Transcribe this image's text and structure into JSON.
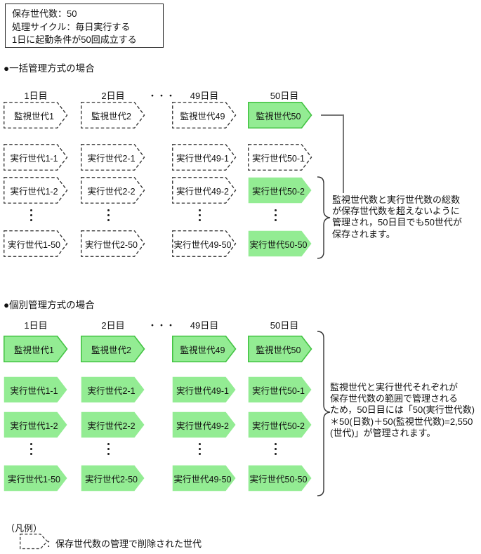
{
  "info_box": {
    "lines": [
      "保存世代数：50",
      "処理サイクル：毎日実行する",
      "1日に起動条件が50回成立する"
    ]
  },
  "sections": [
    {
      "heading": "●一括管理方式の場合",
      "day_headers": [
        "1日目",
        "2日目",
        "・・・",
        "49日目",
        "50日目"
      ],
      "rows": [
        {
          "cells": [
            {
              "label": "監視世代1",
              "style": "dashed"
            },
            {
              "label": "監視世代2",
              "style": "dashed"
            },
            {
              "label": "監視世代49",
              "style": "dashed"
            },
            {
              "label": "監視世代50",
              "style": "green-border"
            }
          ]
        },
        {
          "cells": [
            {
              "label": "実行世代1-1",
              "style": "dashed"
            },
            {
              "label": "実行世代2-1",
              "style": "dashed"
            },
            {
              "label": "実行世代49-1",
              "style": "dashed"
            },
            {
              "label": "実行世代50-1",
              "style": "dashed"
            }
          ]
        },
        {
          "cells": [
            {
              "label": "実行世代1-2",
              "style": "dashed"
            },
            {
              "label": "実行世代2-2",
              "style": "dashed"
            },
            {
              "label": "実行世代49-2",
              "style": "dashed"
            },
            {
              "label": "実行世代50-2",
              "style": "green"
            }
          ]
        },
        {
          "cells": [
            {
              "label": "実行世代1-50",
              "style": "dashed"
            },
            {
              "label": "実行世代2-50",
              "style": "dashed"
            },
            {
              "label": "実行世代49-50",
              "style": "dashed"
            },
            {
              "label": "実行世代50-50",
              "style": "green"
            }
          ]
        }
      ],
      "annotation": [
        "監視世代数と実行世代数の総数",
        "が保存世代数を超えないように",
        "管理され，50日目でも50世代が",
        "保存されます。"
      ]
    },
    {
      "heading": "●個別管理方式の場合",
      "day_headers": [
        "1日目",
        "2日目",
        "・・・",
        "49日目",
        "50日目"
      ],
      "rows": [
        {
          "cells": [
            {
              "label": "監視世代1",
              "style": "green-border"
            },
            {
              "label": "監視世代2",
              "style": "green-border"
            },
            {
              "label": "監視世代49",
              "style": "green-border"
            },
            {
              "label": "監視世代50",
              "style": "green-border"
            }
          ]
        },
        {
          "cells": [
            {
              "label": "実行世代1-1",
              "style": "green"
            },
            {
              "label": "実行世代2-1",
              "style": "green"
            },
            {
              "label": "実行世代49-1",
              "style": "green"
            },
            {
              "label": "実行世代50-1",
              "style": "green"
            }
          ]
        },
        {
          "cells": [
            {
              "label": "実行世代1-2",
              "style": "green"
            },
            {
              "label": "実行世代2-2",
              "style": "green"
            },
            {
              "label": "実行世代49-2",
              "style": "green"
            },
            {
              "label": "実行世代50-2",
              "style": "green"
            }
          ]
        },
        {
          "cells": [
            {
              "label": "実行世代1-50",
              "style": "green"
            },
            {
              "label": "実行世代2-50",
              "style": "green"
            },
            {
              "label": "実行世代49-50",
              "style": "green"
            },
            {
              "label": "実行世代50-50",
              "style": "green"
            }
          ]
        }
      ],
      "annotation": [
        "監視世代と実行世代それぞれが",
        "保存世代数の範囲で管理される",
        "ため，50日目には「50(実行世代数)",
        "＊50(日数)＋50(監視世代数)=2,550",
        "(世代)」が管理されます。"
      ]
    }
  ],
  "legend": {
    "title": "（凡例）",
    "symbol": "dashed-arrow",
    "label": "：保存世代数の管理で削除された世代"
  },
  "colors": {
    "green_fill": "#93ec93",
    "green_stroke": "#43c343",
    "dash": "#2b2b2b",
    "connector": "#777777",
    "brace": "#333333"
  }
}
